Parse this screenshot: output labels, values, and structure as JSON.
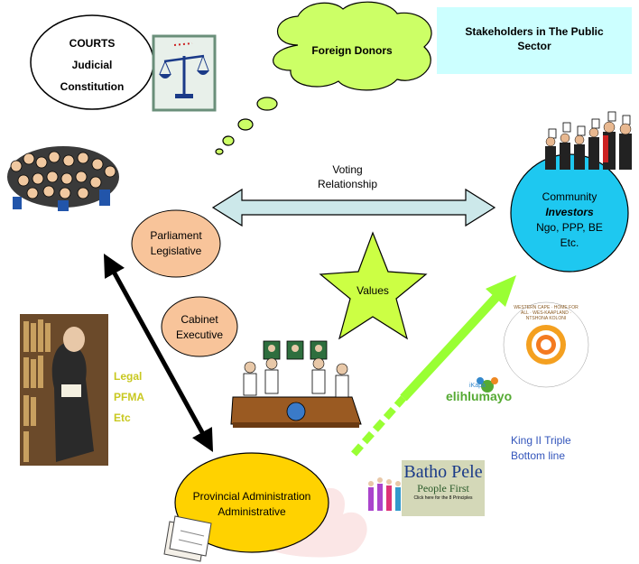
{
  "courts": {
    "line1": "COURTS",
    "line2": "Judicial",
    "line3": "Constitution"
  },
  "foreign_donors": "Foreign Donors",
  "stakeholders_title": {
    "line1": "Stakeholders in The Public",
    "line2": "Sector"
  },
  "voting": {
    "line1": "Voting",
    "line2": "Relationship"
  },
  "community": {
    "line1": "Community",
    "line2": "Investors",
    "line3": "Ngo, PPP, BE",
    "line4": "Etc."
  },
  "parliament": {
    "line1": "Parliament",
    "line2": "Legislative"
  },
  "values": "Values",
  "cabinet": {
    "line1": "Cabinet",
    "line2": "Executive"
  },
  "legal": {
    "line1": "Legal",
    "line2": "PFMA",
    "line3": "Etc"
  },
  "king": {
    "line1": "King II Triple",
    "line2": "Bottom line"
  },
  "provincial": {
    "line1": "Provincial Administration",
    "line2": "Administrative"
  },
  "batho_pele": {
    "line1": "Batho Pele",
    "line2": "People First",
    "line3": "Click here for the 8 Principles"
  },
  "western_cape": {
    "text": "WESTERN CAPE · HOME FOR ALL · WES-KAAPLAND · NTSHONA KOLONI"
  },
  "elihlumayo": {
    "small": "iKapa",
    "main": "elihlumayo"
  },
  "colors": {
    "community_fill": "#1ec8f0",
    "parliament_fill": "#f8c49a",
    "provincial_fill": "#ffd200",
    "star_fill": "#ccff44",
    "cloud_fill": "#ccff66",
    "title_box": "#ccffff",
    "voting_arrow": "#cce8ea",
    "green_arrow": "#99ff33",
    "legal_text": "#c8c820",
    "king_text": "#3355bb"
  }
}
